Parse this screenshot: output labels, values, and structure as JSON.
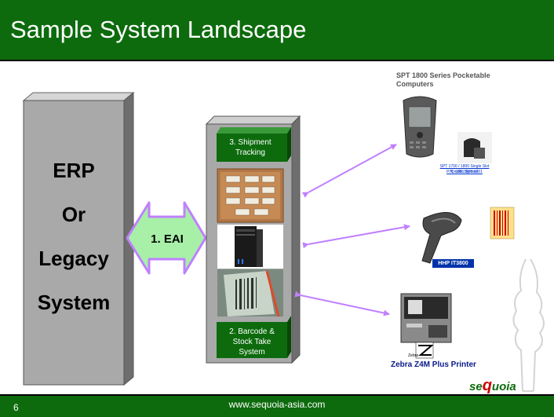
{
  "slide": {
    "title": "Sample System Landscape",
    "page_number": "6",
    "footer_url": "www.sequoia-asia.com"
  },
  "erp_block": {
    "lines": [
      "ERP",
      "Or",
      "Legacy",
      "System"
    ]
  },
  "eai_arrow": {
    "label": "1. EAI"
  },
  "server_column": {
    "shipment_label_line1": "3. Shipment",
    "shipment_label_line2": "Tracking",
    "barcode_label_line1": "2. Barcode &",
    "barcode_label_line2": "Stock Take",
    "barcode_label_line3": "System"
  },
  "devices": {
    "pocket_caption_line1": "SPT 1800  Series Pocketable",
    "pocket_caption_line2": "Computers",
    "cradle_caption_line1": "SPT 1700 / 1800 Single Slot Cradle, Symbol",
    "cradle_caption_line2": "P/N: CRD1800-1001",
    "scanner_badge": "HHP IT3800",
    "printer_caption": "Zebra Z4M Plus Printer",
    "printer_brand": "Zebra"
  },
  "logo": {
    "pre": "se",
    "mark": "q",
    "post": "uoia"
  },
  "colors": {
    "green": "#0d6b0d",
    "arrow_fill": "#a8f0a8",
    "arrow_stroke": "#c080ff",
    "column_grey": "#a9a9a9"
  }
}
